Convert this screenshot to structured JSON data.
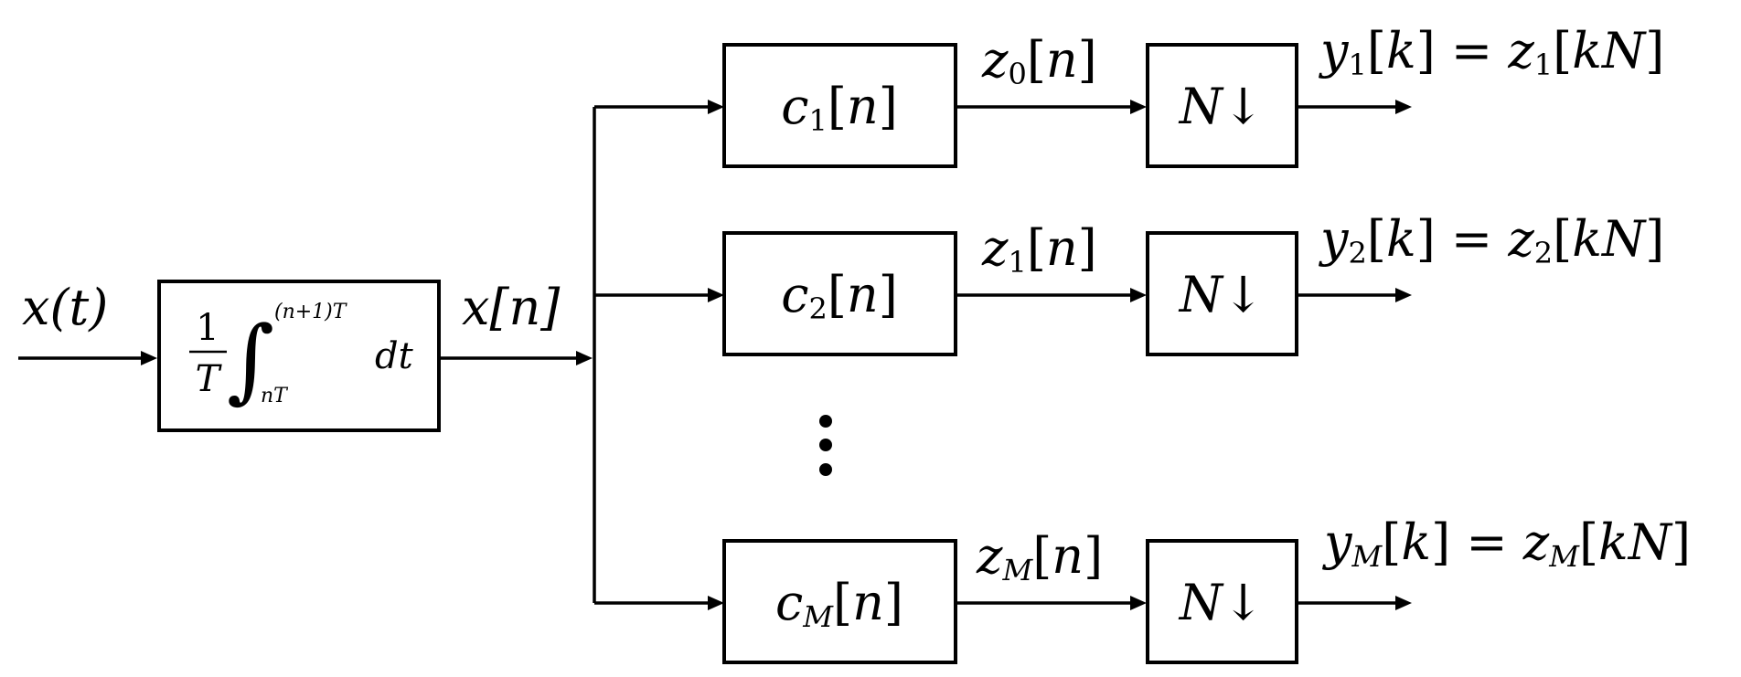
{
  "input": {
    "label": "x(t)"
  },
  "integrator": {
    "frac_num": "1",
    "frac_den": "T",
    "integral_sign": "∫",
    "upper_limit": "(n+1)T",
    "lower_limit": "nT",
    "differential": "dt"
  },
  "sampled_label": "x[n]",
  "branches": [
    {
      "filter": "c_1[n]",
      "intermediate": "z_0[n]",
      "decimator": "N↓",
      "output": "y_1[k] = z_1[kN]"
    },
    {
      "filter": "c_2[n]",
      "intermediate": "z_1[n]",
      "decimator": "N↓",
      "output": "y_2[k] = z_2[kN]"
    },
    {
      "filter": "c_M[n]",
      "intermediate": "z_M[n]",
      "decimator": "N↓",
      "output": "y_M[k] = z_M[kN]"
    }
  ],
  "ellipsis": "⋮"
}
